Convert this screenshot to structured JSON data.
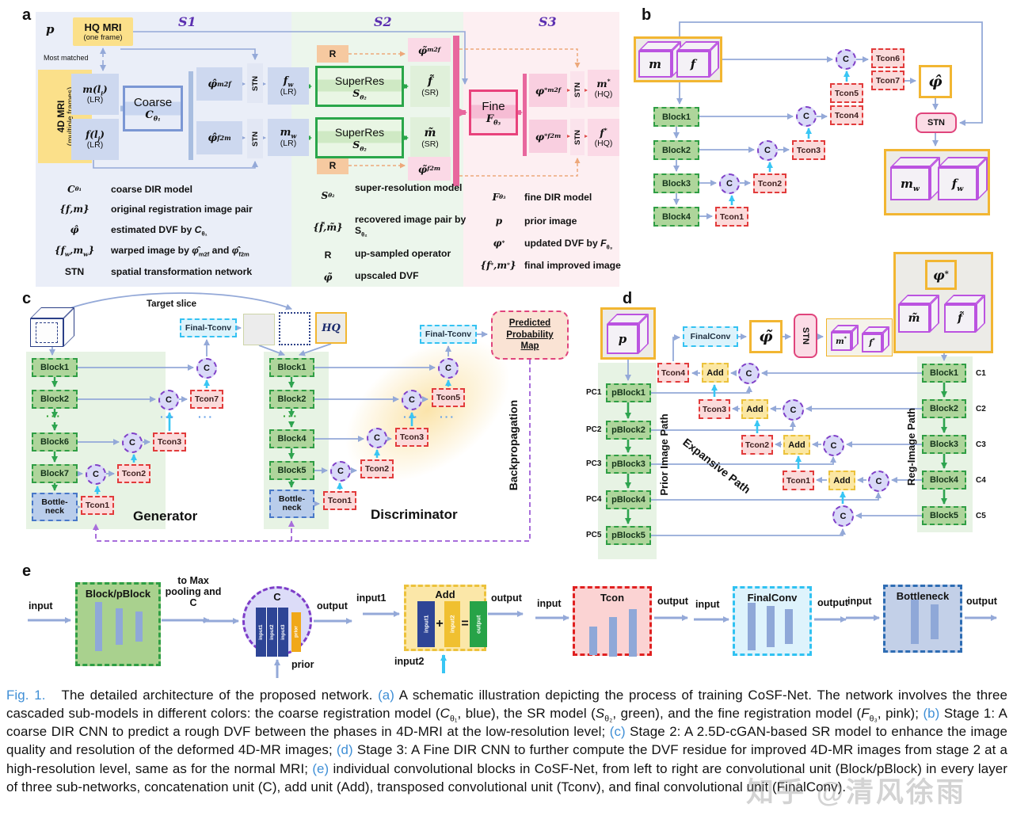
{
  "a": {
    "label": "a",
    "s1": "S1",
    "s2": "S2",
    "s3": "S3",
    "p": "p",
    "hq_mri": "HQ MRI",
    "hq_mri_sub": "(one frame)",
    "most_matched": "Most matched",
    "mri4d": "4D MRI",
    "mri4d_sub": "(multiple frames)",
    "m_li": "<i>m</i>(<i>l<sub>i</sub></i>)",
    "f_lj": "<i>f</i>(<i>l<sub>j</sub></i>)",
    "lr": "(LR)",
    "coarse": "Coarse",
    "coarse_sym": "<i>C</i><sub>θ₁</sub>",
    "phi_m2f": "<i>φ̂</i><sub>m2f</sub>",
    "phi_f2m": "<i>φ̂</i><sub>f2m</sub>",
    "stn": "STN",
    "fw": "<i>f<sub>w</sub></i>",
    "mw": "<i>m<sub>w</sub></i>",
    "superres": "SuperRes",
    "s_sym": "<i>S</i><sub>θ₂</sub>",
    "r": "R",
    "phit_m2f": "<i>φ̃</i><sub>m2f</sub>",
    "phit_f2m": "<i>φ̃</i><sub>f2m</sub>",
    "f_tilde": "<i>f̃</i>",
    "m_tilde": "<i>m̃</i>",
    "sr": "(SR)",
    "fine": "Fine",
    "fine_sym": "<i>F</i><sub>θ₃</sub>",
    "phis_m2f": "<i>φ</i><sup>*</sup><sub>m2f</sub>",
    "phis_f2m": "<i>φ</i><sup>*</sup><sub>f2m</sub>",
    "m_star": "<i>m</i><sup>*</sup>",
    "f_star": "<i>f</i><sup>*</sup>",
    "hq": "(HQ)",
    "legend1": [
      {
        "s": "<i>C</i><sub>θ₁</sub>",
        "d": "coarse DIR model"
      },
      {
        "s": "{<i>f</i>, <i>m</i>}",
        "d": "original registration image pair"
      },
      {
        "s": "<i>φ̂</i>",
        "d": "estimated DVF by <i>C</i><sub>θ₁</sub>"
      },
      {
        "s": "{<i>f<sub>w</sub></i>, <i>m<sub>w</sub></i>}",
        "d": "warped image by <i>φ̂</i><sub>m2f</sub> and <i>φ̂</i><sub>f2m</sub>"
      },
      {
        "s": "STN",
        "d": "spatial transformation network"
      }
    ],
    "legend2": [
      {
        "s": "<i>S</i><sub>θ₂</sub>",
        "d": "super-resolution model"
      },
      {
        "s": "{<i>f̃</i>, <i>m̃</i>}",
        "d": "recovered image pair by S<sub>θ₂</sub>"
      },
      {
        "s": "R",
        "d": "up-sampled operator"
      },
      {
        "s": "<i>φ̃</i>",
        "d": "upscaled DVF"
      }
    ],
    "legend3": [
      {
        "s": "<i>F</i><sub>θ₃</sub>",
        "d": "fine DIR model"
      },
      {
        "s": "<i>p</i>",
        "d": "prior image"
      },
      {
        "s": "<i>φ</i><sup>*</sup>",
        "d": "updated DVF by <i>F</i><sub>θ₃</sub>"
      },
      {
        "s": "{<i>f</i><sup>*</sup>, <i>m</i><sup>*</sup>}",
        "d": "final improved image"
      }
    ]
  },
  "b": {
    "label": "b",
    "m": "m",
    "f": "f",
    "blocks": [
      "Block1",
      "Block2",
      "Block3",
      "Block4"
    ],
    "tcons": [
      "Tcon1",
      "Tcon2",
      "Tcon3",
      "Tcon4",
      "Tcon5",
      "Tcon6",
      "Tcon7"
    ],
    "cnode": "C",
    "phi": "<i>φ̂</i>",
    "stn": "STN",
    "mw": "<i>m<sub>w</sub></i>",
    "fw": "<i>f<sub>w</sub></i>"
  },
  "c": {
    "label": "c",
    "target": "Target slice",
    "ft": "Final-Tconv",
    "hq": "HQ",
    "gblocks": [
      "Block1",
      "Block2",
      "Block6",
      "Block7"
    ],
    "dblocks": [
      "Block1",
      "Block2",
      "Block4",
      "Block5"
    ],
    "gtcons": [
      "Tcon1",
      "Tcon2",
      "Tcon3",
      "Tcon7"
    ],
    "dtcons": [
      "Tcon1",
      "Tcon2",
      "Tcon3",
      "Tcon5"
    ],
    "bneck1": "Bottle-",
    "bneck2": "neck",
    "cnode": "C",
    "dots": "···",
    "gen": "Generator",
    "disc": "Discriminator",
    "ppm1": "Predicted",
    "ppm2": "Probability",
    "ppm3": "Map",
    "backprop": "Backpropagation"
  },
  "d": {
    "label": "d",
    "p": "p",
    "fconv": "FinalConv",
    "phi": "<i>φ̃</i>",
    "stn": "STN",
    "mstar": "<i>m</i><sup>*</sup>",
    "fstar": "<i>f</i><sup>*</sup>",
    "phistar": "<i>φ</i><sup>*</sup>",
    "mtilde": "<i>m̃</i>",
    "ftilde": "<i>f̃</i>",
    "pblocks": [
      "pBlock1",
      "pBlock2",
      "pBlock3",
      "pBlock4",
      "pBlock5"
    ],
    "pcs": [
      "PC1",
      "PC2",
      "PC3",
      "PC4",
      "PC5"
    ],
    "blocks": [
      "Block1",
      "Block2",
      "Block3",
      "Block4",
      "Block5"
    ],
    "cs": [
      "C1",
      "C2",
      "C3",
      "C4",
      "C5"
    ],
    "tcons": [
      "Tcon1",
      "Tcon2",
      "Tcon3",
      "Tcon4"
    ],
    "add": "Add",
    "cnode": "C",
    "prior": "Prior Image Path",
    "expansive": "Expansive Path",
    "reg": "Reg-Image Path"
  },
  "e": {
    "label": "e",
    "u1": {
      "t": "Block/pBlock",
      "in": "input",
      "out": "to Max pooling and C"
    },
    "u2": {
      "t": "C",
      "out": "output",
      "prior": "prior",
      "bars": [
        "input1",
        "input2",
        "input3",
        "prior"
      ]
    },
    "u3": {
      "t": "Add",
      "in1": "input1",
      "in2": "input2",
      "out": "output",
      "bars": [
        "input1",
        "input2",
        "output"
      ],
      "plus": "+",
      "eq": "="
    },
    "u4": {
      "t": "Tcon",
      "in": "input",
      "out": "output"
    },
    "u5": {
      "t": "FinalConv",
      "in": "input",
      "out": "output"
    },
    "u6": {
      "t": "Bottleneck",
      "in": "input",
      "out": "output"
    }
  },
  "caption": {
    "html": "<span class='figno'>Fig. 1.</span>&nbsp;&nbsp;&nbsp;The detailed architecture of the proposed network. <span class='blue'>(a)</span> A schematic illustration depicting the process of training CoSF-Net. The network involves the three cascaded sub-models in different colors: the coarse registration model (<i>C</i><sub>θ₁</sub>, blue), the SR model (<i>S</i><sub>θ₂</sub>, green), and the fine registration model (<i>F</i><sub>θ₃</sub>, pink); <span class='blue'>(b)</span> Stage 1: A coarse DIR CNN to predict a rough DVF between the phases in 4D-MRI at the low-resolution level; <span class='blue'>(c)</span> Stage 2: A 2.5D-cGAN-based SR model to enhance the image quality and resolution of the deformed 4D-MR images; <span class='blue'>(d)</span> Stage 3: A Fine DIR CNN to further compute the DVF residue for improved 4D-MR images from stage 2 at a high-resolution level, same as for the normal MRI; <span class='blue'>(e)</span> individual convolutional blocks in CoSF-Net, from left to right are convolutional unit (Block/pBlock) in every layer of three sub-networks, concatenation unit (C), add unit (Add), transposed convolutional unit (Tconv), and final convolutional unit (FinalConv)."
  },
  "watermark": "知乎 @清风徐雨"
}
